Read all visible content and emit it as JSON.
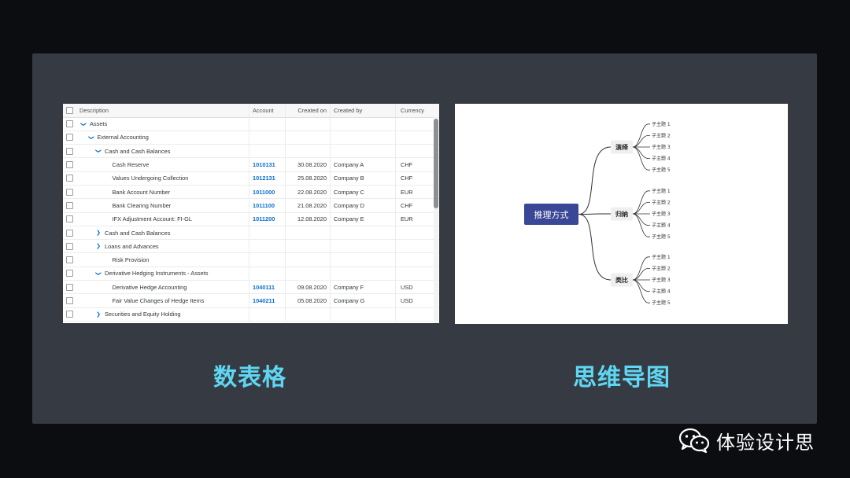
{
  "table": {
    "headers": [
      "Description",
      "Account",
      "Created on",
      "Created by",
      "Currency"
    ],
    "rows": [
      {
        "level": 0,
        "expand": "down",
        "description": "Assets",
        "account": "",
        "created_on": "",
        "created_by": "",
        "currency": ""
      },
      {
        "level": 1,
        "expand": "down",
        "description": "External Accounting",
        "account": "",
        "created_on": "",
        "created_by": "",
        "currency": ""
      },
      {
        "level": 2,
        "expand": "down",
        "description": "Cash and Cash Balances",
        "account": "",
        "created_on": "",
        "created_by": "",
        "currency": ""
      },
      {
        "level": 3,
        "expand": "",
        "description": "Cash Reserve",
        "account": "1010131",
        "created_on": "30.08.2020",
        "created_by": "Company A",
        "currency": "CHF"
      },
      {
        "level": 3,
        "expand": "",
        "description": "Values Undergoing Collection",
        "account": "1012131",
        "created_on": "25.08.2020",
        "created_by": "Company B",
        "currency": "CHF"
      },
      {
        "level": 3,
        "expand": "",
        "description": "Bank Account Number",
        "account": "1011000",
        "created_on": "22.08.2020",
        "created_by": "Company C",
        "currency": "EUR"
      },
      {
        "level": 3,
        "expand": "",
        "description": "Bank Clearing Number",
        "account": "1011100",
        "created_on": "21.08.2020",
        "created_by": "Company D",
        "currency": "CHF"
      },
      {
        "level": 3,
        "expand": "",
        "description": "IFX Adjustment Account: FI-GL",
        "account": "1011200",
        "created_on": "12.08.2020",
        "created_by": "Company E",
        "currency": "EUR"
      },
      {
        "level": 2,
        "expand": "right",
        "description": "Cash and Cash Balances",
        "account": "",
        "created_on": "",
        "created_by": "",
        "currency": ""
      },
      {
        "level": 2,
        "expand": "right",
        "description": "Loans and Advances",
        "account": "",
        "created_on": "",
        "created_by": "",
        "currency": ""
      },
      {
        "level": 3,
        "expand": "",
        "description": "Risk Provision",
        "account": "",
        "created_on": "",
        "created_by": "",
        "currency": ""
      },
      {
        "level": 2,
        "expand": "down",
        "description": "Derivative Hedging Instruments - Assets",
        "account": "",
        "created_on": "",
        "created_by": "",
        "currency": ""
      },
      {
        "level": 3,
        "expand": "",
        "description": "Derivative Hedge Accounting",
        "account": "1040111",
        "created_on": "09.08.2020",
        "created_by": "Company F",
        "currency": "USD"
      },
      {
        "level": 3,
        "expand": "",
        "description": "Fair Value Changes of Hedge Items",
        "account": "1040211",
        "created_on": "05.08.2020",
        "created_by": "Company G",
        "currency": "USD"
      },
      {
        "level": 2,
        "expand": "right",
        "description": "Securities and Equity Holding",
        "account": "",
        "created_on": "",
        "created_by": "",
        "currency": ""
      }
    ]
  },
  "mindmap": {
    "root": "推理方式",
    "branches": [
      {
        "label": "演绎",
        "children": [
          "子主题 1",
          "子主题 2",
          "子主题 3",
          "子主题 4",
          "子主题 5"
        ]
      },
      {
        "label": "归纳",
        "children": [
          "子主题 1",
          "子主题 2",
          "子主题 3",
          "子主题 4",
          "子主题 5"
        ]
      },
      {
        "label": "类比",
        "children": [
          "子主题 1",
          "子主题 2",
          "子主题 3",
          "子主题 4",
          "子主题 5"
        ]
      }
    ]
  },
  "captions": {
    "left": "数表格",
    "right": "思维导图"
  },
  "watermark": {
    "text": "体验设计思",
    "icon": "wechat-icon"
  },
  "colors": {
    "root_node": "#3a4696",
    "caption": "#5fd6f2",
    "link": "#0a6ed1",
    "stage": "#363b43"
  }
}
